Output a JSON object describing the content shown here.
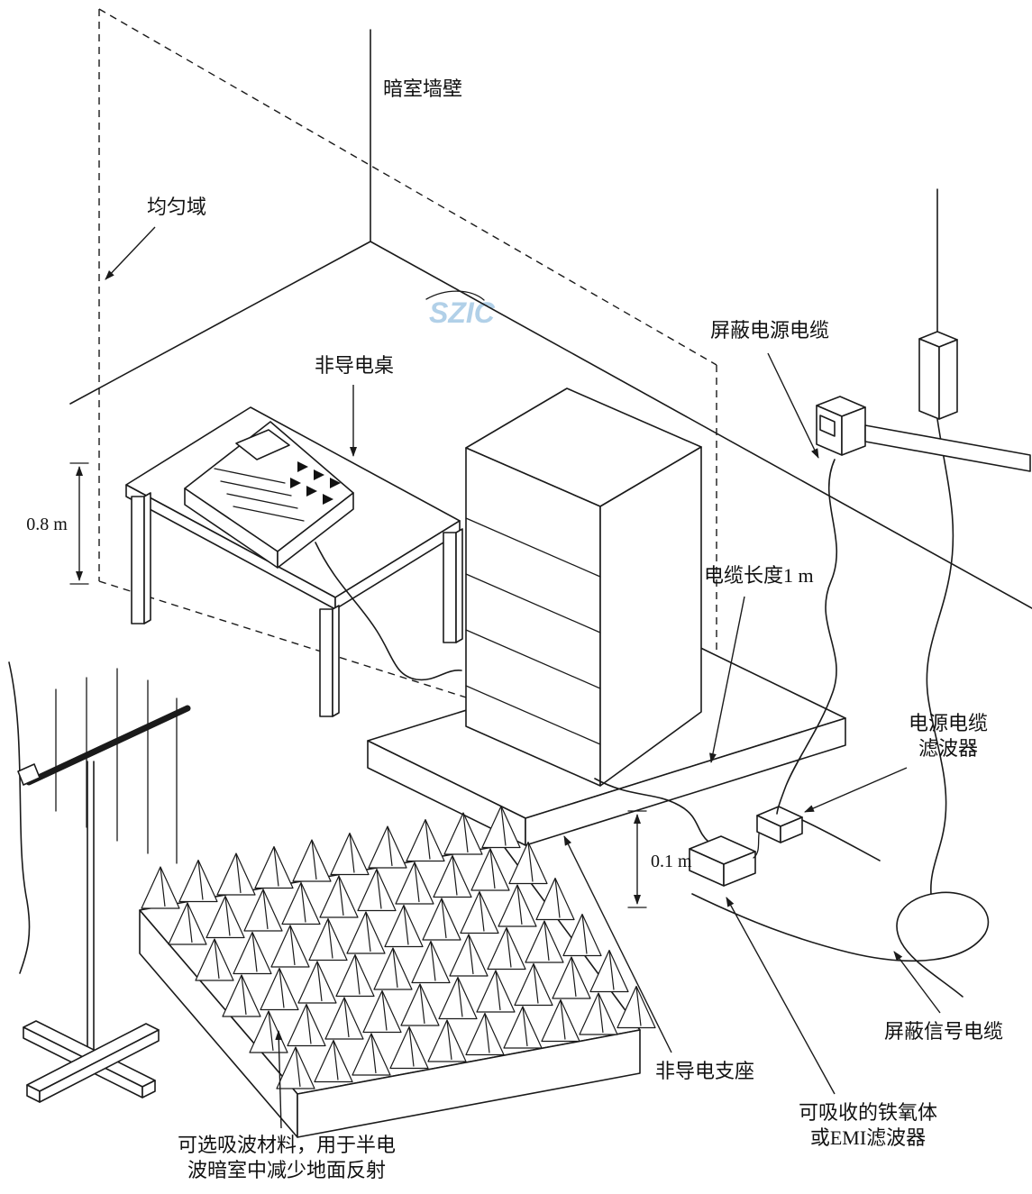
{
  "watermark": "SZIC",
  "labels": {
    "chamber_wall": "暗室墙壁",
    "uniform_field_area": "均匀域",
    "non_conductive_table": "非导电桌",
    "shielded_power_cable": "屏蔽电源电缆",
    "cable_length_1m": "电缆长度1 m",
    "power_cable_filter_line1": "电源电缆",
    "power_cable_filter_line2": "滤波器",
    "non_conductive_support": "非导电支座",
    "absorbing_ferrite_line1": "可吸收的铁氧体",
    "absorbing_ferrite_line2": "或EMI滤波器",
    "shielded_signal_cable": "屏蔽信号电缆",
    "optional_absorber_line1": "可选吸波材料，用于半电",
    "optional_absorber_line2": "波暗室中减少地面反射"
  },
  "dimensions": {
    "table_height": "0.8 m",
    "support_height": "0.1 m"
  },
  "colors": {
    "line": "#1a1a1a",
    "background": "#ffffff",
    "watermark": "#a9cbe6"
  }
}
